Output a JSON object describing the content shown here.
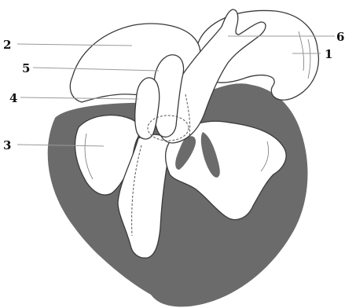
{
  "diagram": {
    "labels": [
      {
        "id": "1",
        "text": "1"
      },
      {
        "id": "2",
        "text": "2"
      },
      {
        "id": "3",
        "text": "3"
      },
      {
        "id": "4",
        "text": "4"
      },
      {
        "id": "5",
        "text": "5"
      },
      {
        "id": "6",
        "text": "6"
      }
    ],
    "colors": {
      "body": "#6b6b6b",
      "part_fill": "#ffffff",
      "outline": "#3a3a3a",
      "leader": "#9a9a9a",
      "label": "#111111"
    }
  }
}
